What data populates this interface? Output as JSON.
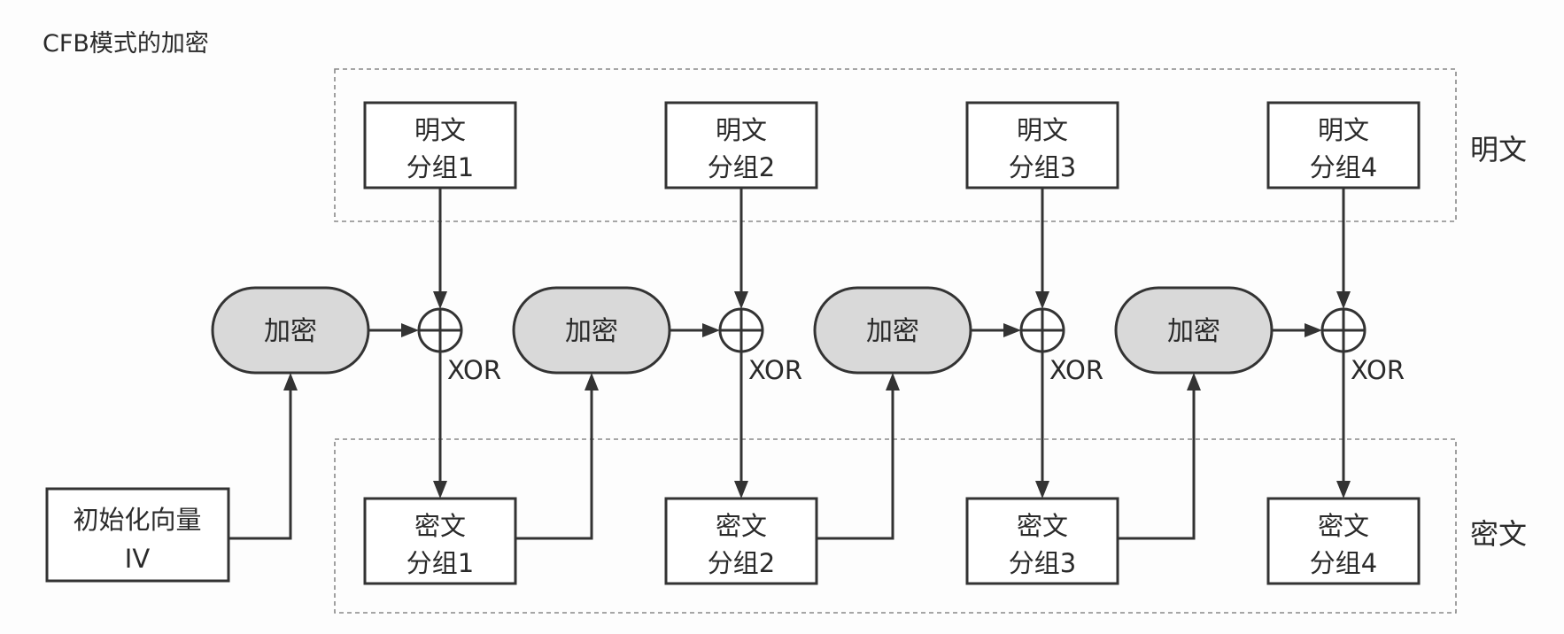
{
  "title": "CFB模式的加密",
  "regions": {
    "plaintext_label": "明文",
    "ciphertext_label": "密文"
  },
  "iv": {
    "line1": "初始化向量",
    "line2": "IV"
  },
  "stages": [
    {
      "plaintext": {
        "line1": "明文",
        "line2": "分组1"
      },
      "encrypt": "加密",
      "xor": "XOR",
      "ciphertext": {
        "line1": "密文",
        "line2": "分组1"
      }
    },
    {
      "plaintext": {
        "line1": "明文",
        "line2": "分组2"
      },
      "encrypt": "加密",
      "xor": "XOR",
      "ciphertext": {
        "line1": "密文",
        "line2": "分组2"
      }
    },
    {
      "plaintext": {
        "line1": "明文",
        "line2": "分组3"
      },
      "encrypt": "加密",
      "xor": "XOR",
      "ciphertext": {
        "line1": "密文",
        "line2": "分组3"
      }
    },
    {
      "plaintext": {
        "line1": "明文",
        "line2": "分组4"
      },
      "encrypt": "加密",
      "xor": "XOR",
      "ciphertext": {
        "line1": "密文",
        "line2": "分组4"
      }
    }
  ],
  "colors": {
    "encrypt_fill": "#d9d9d9",
    "line": "#333333"
  }
}
